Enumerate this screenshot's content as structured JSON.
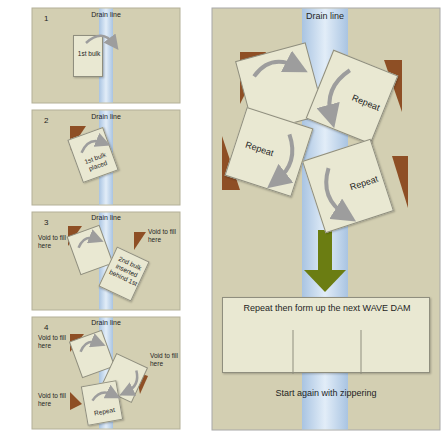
{
  "diagram": {
    "nodes": [
      {
        "text": [
          "1",
          "Drain line"
        ]
      },
      {
        "text": [
          "1st bulk"
        ],
        "in": 0
      },
      {
        "text": [
          "2",
          "Drain line"
        ]
      },
      {
        "text": [
          "1st bulk placed"
        ],
        "in": 2
      },
      {
        "text": [
          "3",
          "Drain line"
        ]
      },
      {
        "text": [
          "2nd bulk inserted behind 1st"
        ],
        "in": 4
      },
      {
        "text": [
          "4",
          "Drain line"
        ]
      },
      {
        "text": [
          "Repeat"
        ],
        "in": 6
      },
      {
        "text": [
          "Drain line",
          "Start again with zippering"
        ]
      },
      {
        "text": [
          "Repeat"
        ],
        "in": 8
      },
      {
        "text": [
          "Repeat"
        ],
        "in": 8
      },
      {
        "text": [
          "Repeat"
        ],
        "in": 8
      },
      {
        "text": [
          "Repeat then form up the next WAVE DAM"
        ],
        "in": 8
      }
    ],
    "labels": [
      "Void to fill here",
      "Void to fill here",
      "Void to fill here",
      "Void to fill here",
      "Void to fill here"
    ]
  }
}
